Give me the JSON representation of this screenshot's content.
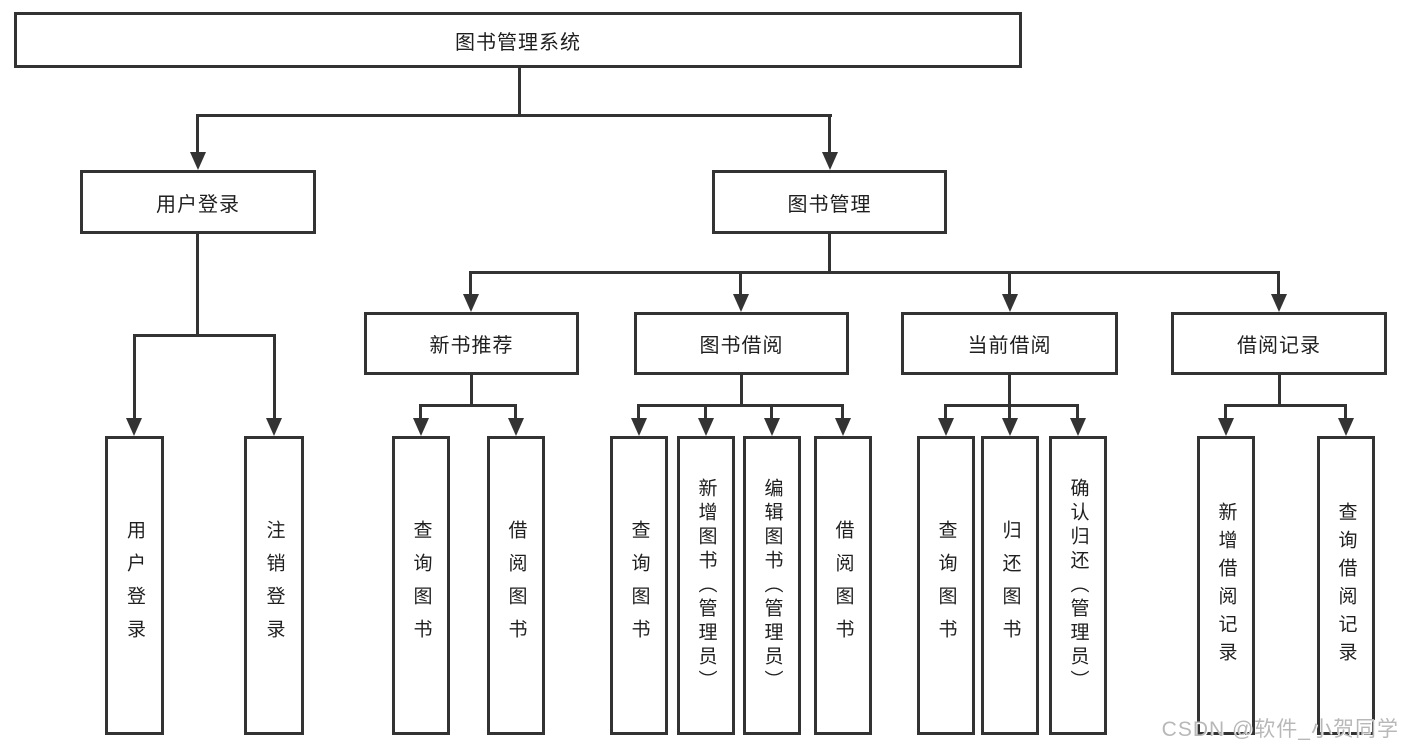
{
  "watermark": "CSDN @软件_小贺同学",
  "colors": {
    "line": "#333333",
    "box_border": "#333333",
    "box_fill": "#ffffff",
    "text": "#1f1f1f",
    "watermark": "#b8b8b8"
  },
  "tree": {
    "root": {
      "label": "图书管理系统"
    },
    "branches": [
      {
        "label": "用户登录",
        "children": [
          {
            "label": "用户登录"
          },
          {
            "label": "注销登录"
          }
        ]
      },
      {
        "label": "图书管理",
        "children": [
          {
            "label": "新书推荐",
            "children": [
              {
                "label": "查询图书"
              },
              {
                "label": "借阅图书"
              }
            ]
          },
          {
            "label": "图书借阅",
            "children": [
              {
                "label": "查询图书"
              },
              {
                "label": "新增图书（管理员）"
              },
              {
                "label": "编辑图书（管理员）"
              },
              {
                "label": "借阅图书"
              }
            ]
          },
          {
            "label": "当前借阅",
            "children": [
              {
                "label": "查询图书"
              },
              {
                "label": "归还图书"
              },
              {
                "label": "确认归还（管理员）"
              }
            ]
          },
          {
            "label": "借阅记录",
            "children": [
              {
                "label": "新增借阅记录"
              },
              {
                "label": "查询借阅记录"
              }
            ]
          }
        ]
      }
    ]
  }
}
